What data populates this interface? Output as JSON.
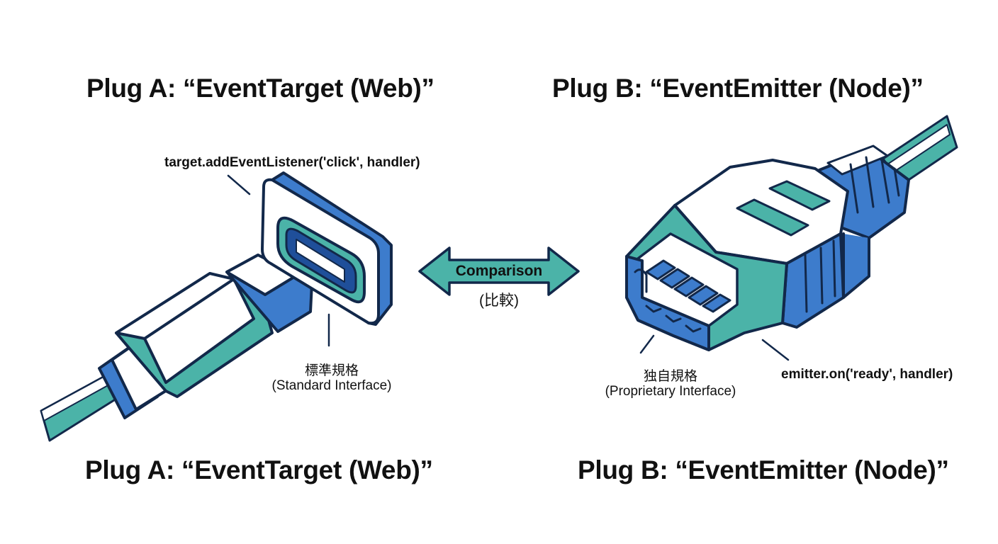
{
  "titles": {
    "plug_a_top": "Plug A: “EventTarget (Web)”",
    "plug_b_top": "Plug B: “EventEmitter (Node)”",
    "plug_a_bottom": "Plug A: “EventTarget (Web)”",
    "plug_b_bottom": "Plug B: “EventEmitter (Node)”"
  },
  "plug_a": {
    "code": "target.addEventListener('click', handler)",
    "label_jp": "標準規格",
    "label_en": "(Standard Interface)"
  },
  "plug_b": {
    "code": "emitter.on('ready', handler)",
    "label_jp": "独自規格",
    "label_en": "(Proprietary Interface)"
  },
  "comparison": {
    "label": "Comparison",
    "label_jp": "(比較)"
  },
  "colors": {
    "outline": "#12284a",
    "blue": "#3d7ccc",
    "teal": "#4bb3a8",
    "light": "#ffffff"
  }
}
